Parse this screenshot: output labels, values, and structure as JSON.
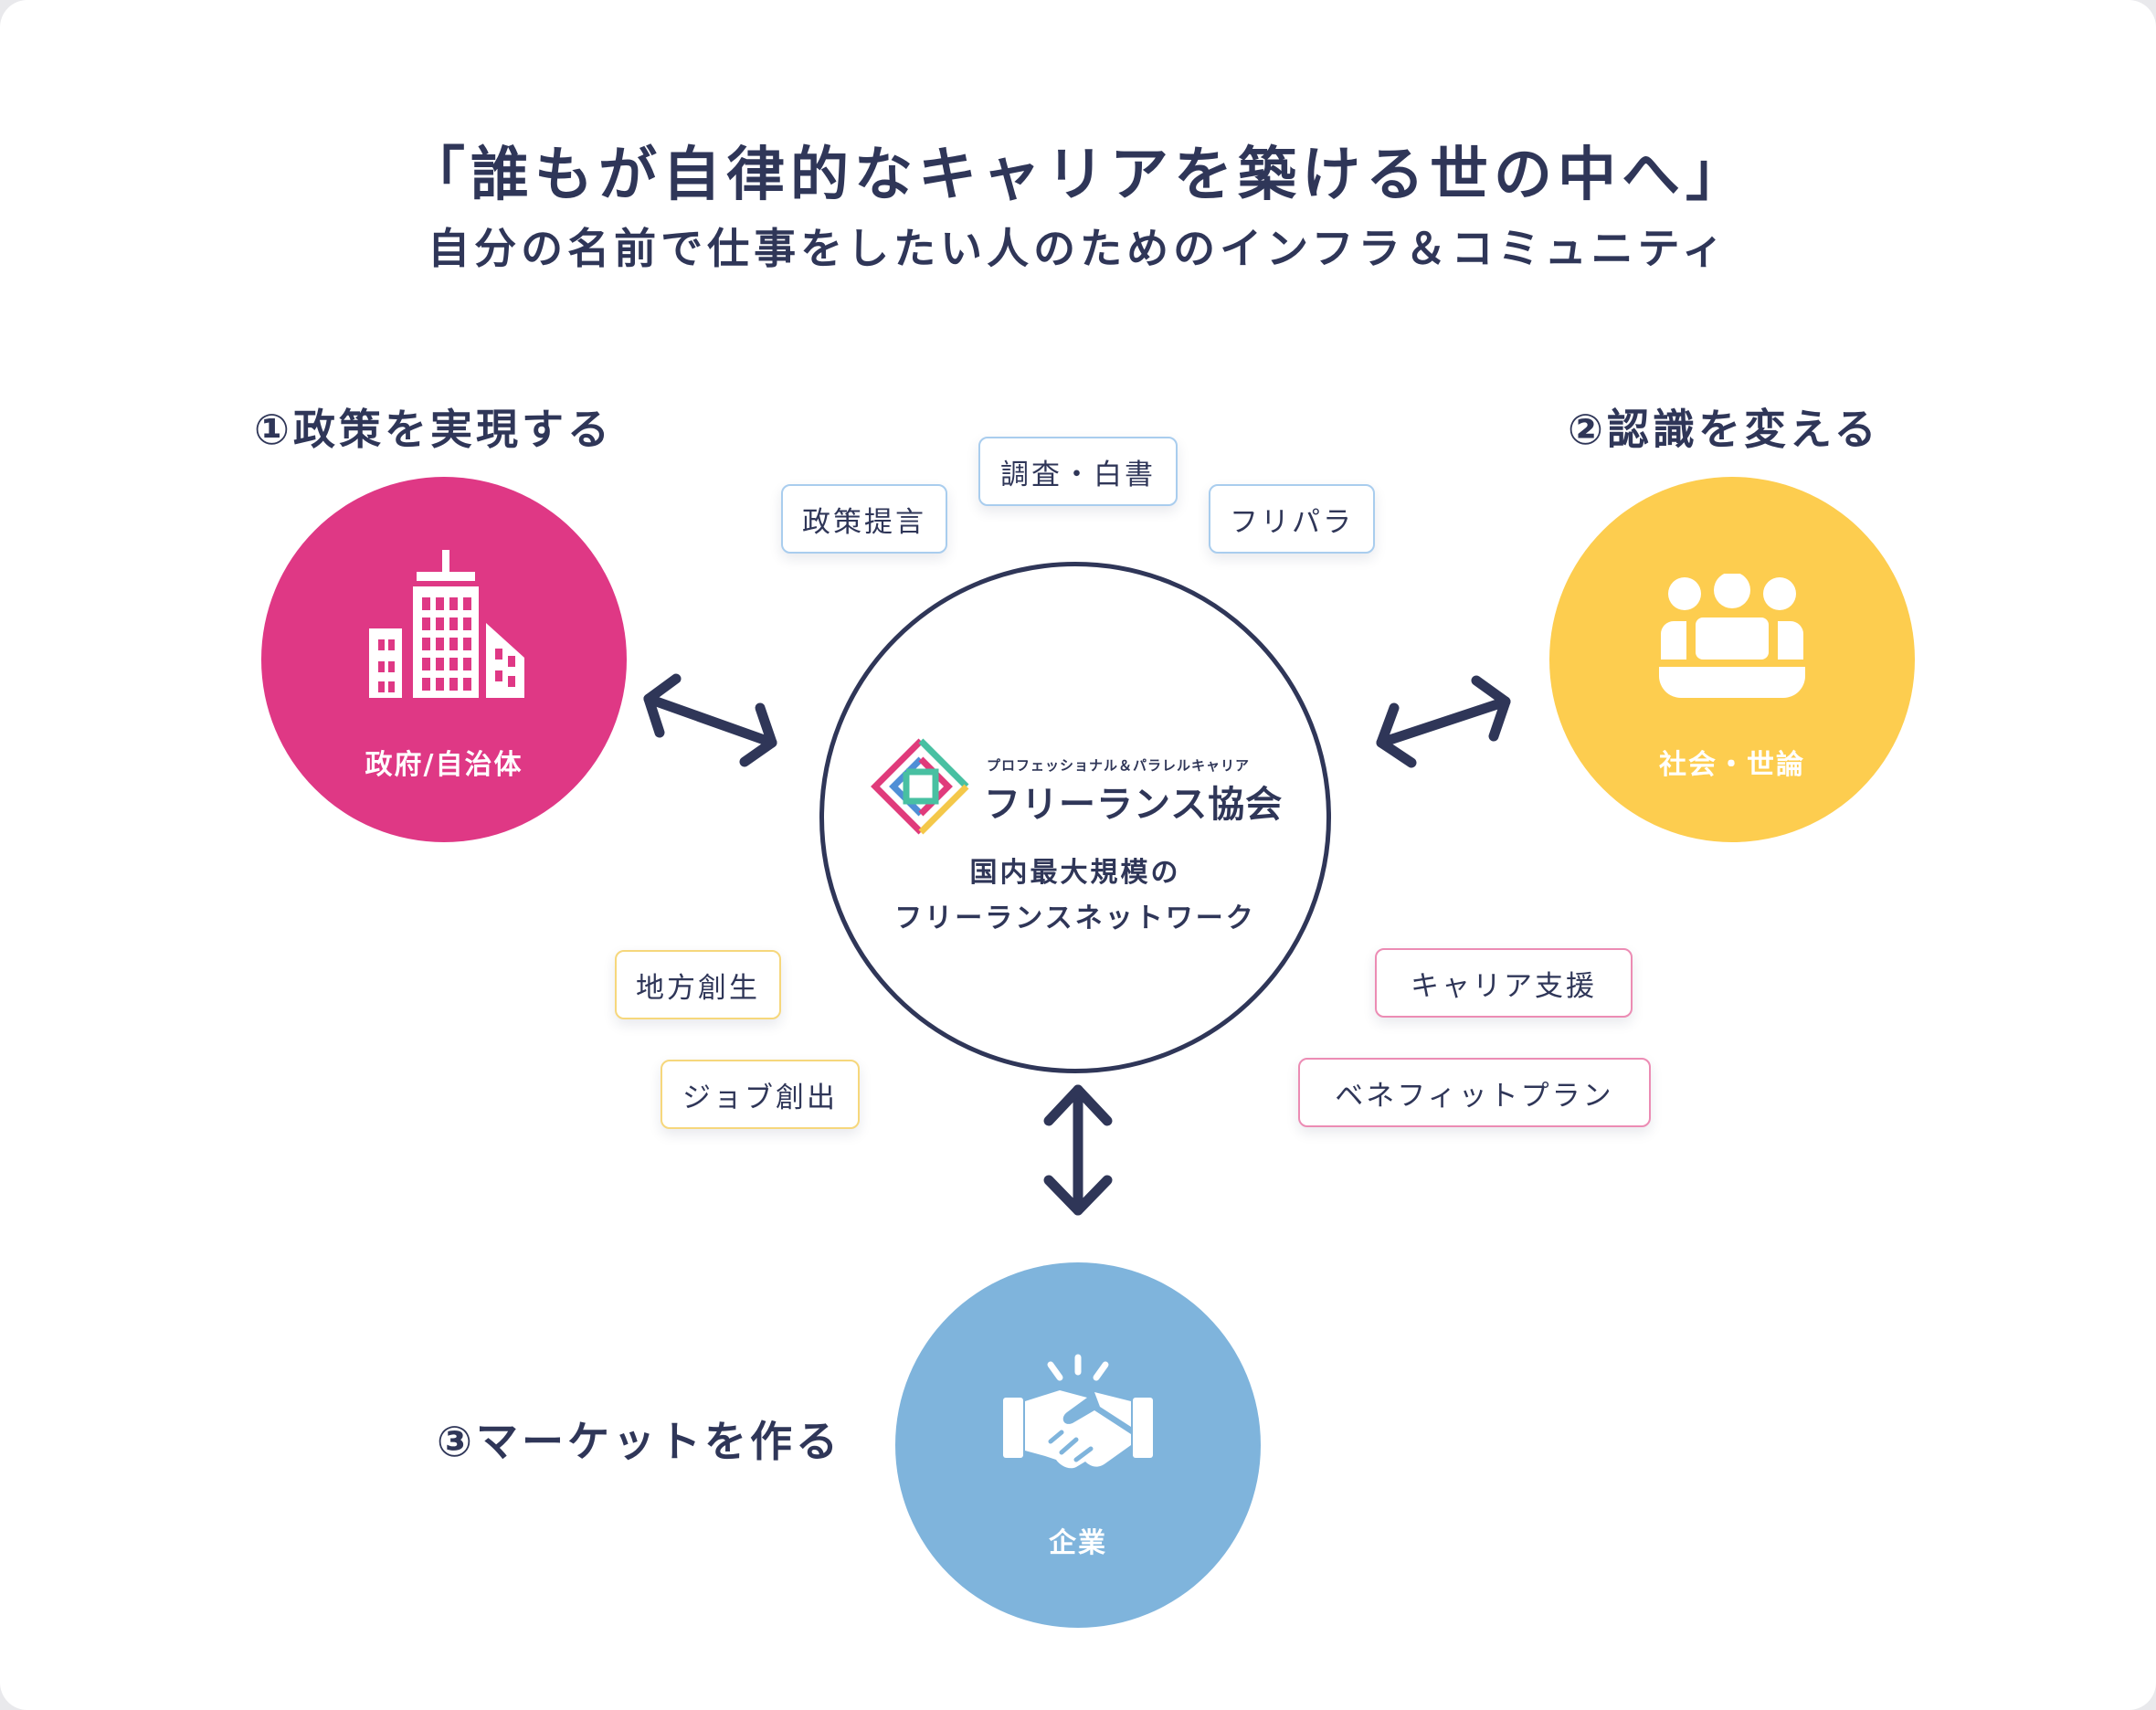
{
  "header": {
    "title": "「誰もが自律的なキャリアを築ける世の中へ」",
    "subtitle": "自分の名前で仕事をしたい人のためのインフラ＆コミュニティ"
  },
  "sections": {
    "policy": "①政策を実現する",
    "awareness": "②認識を変える",
    "market": "③マーケットを作る"
  },
  "nodes": {
    "government": {
      "label": "政府/自治体",
      "color": "#df3885",
      "icon": "building-icon"
    },
    "society": {
      "label": "社会・世論",
      "color": "#fdcd4f",
      "icon": "people-icon"
    },
    "companies": {
      "label": "企業",
      "color": "#7fb4dc",
      "icon": "handshake-icon"
    }
  },
  "center": {
    "org_subtitle": "プロフェッショナル＆パラレルキャリア",
    "org_name": "フリーランス協会",
    "description_line1": "国内最大規模の",
    "description_line2": "フリーランスネットワーク"
  },
  "tags": {
    "policy_proposal": "政策提言",
    "research": "調査・白書",
    "furipara": "フリパラ",
    "regional": "地方創生",
    "job_creation": "ジョブ創出",
    "career_support": "キャリア支援",
    "benefit_plan": "ベネフィットプラン"
  },
  "colors": {
    "text": "#2f3658",
    "logo": [
      "#e03b7b",
      "#48c0a2",
      "#4f8fd6",
      "#f4c84a"
    ]
  }
}
